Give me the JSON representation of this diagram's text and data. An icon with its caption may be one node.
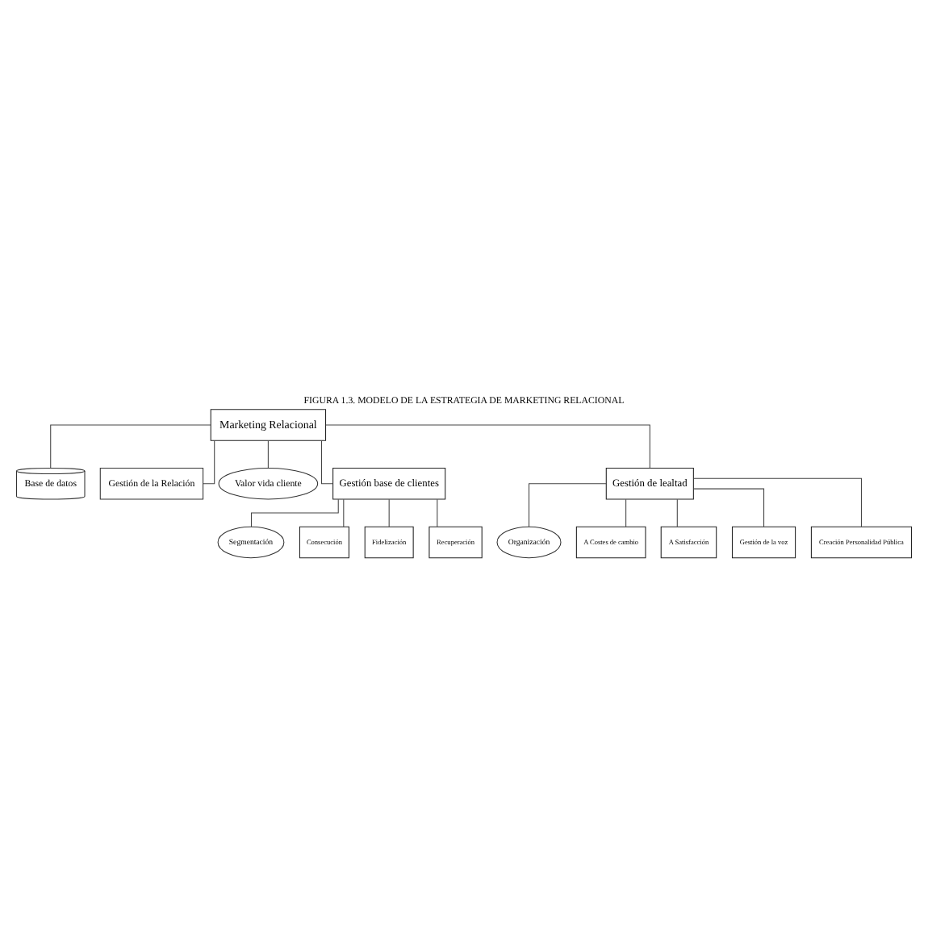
{
  "diagram": {
    "title": "FIGURA 1.3. MODELO DE LA ESTRATEGIA DE MARKETING RELACIONAL",
    "nodes": [
      {
        "text": [
          "Marketing Relacional"
        ]
      },
      {
        "text": [
          "Base de datos"
        ]
      },
      {
        "text": [
          "Gestión de la Relación"
        ]
      },
      {
        "text": [
          "Valor vida cliente"
        ]
      },
      {
        "text": [
          "Gestión base de clientes"
        ]
      },
      {
        "text": [
          "Gestión de lealtad"
        ]
      },
      {
        "text": [
          "Segmentación"
        ]
      },
      {
        "text": [
          "Organización"
        ]
      },
      {
        "text": [
          "Consecución"
        ]
      },
      {
        "text": [
          "Fidelización"
        ]
      },
      {
        "text": [
          "Recuperación"
        ]
      },
      {
        "text": [
          "A Costes de cambio"
        ]
      },
      {
        "text": [
          "A Satisfacción"
        ]
      },
      {
        "text": [
          "Gestión de la voz"
        ]
      },
      {
        "text": [
          "Creación Personalidad Pública"
        ]
      }
    ],
    "edges": [
      {
        "from": 0,
        "to": 1,
        "arrow": "none"
      },
      {
        "from": 0,
        "to": 2,
        "arrow": "none"
      },
      {
        "from": 0,
        "to": 3,
        "arrow": "none"
      },
      {
        "from": 0,
        "to": 4,
        "arrow": "none"
      },
      {
        "from": 0,
        "to": 5,
        "arrow": "none"
      },
      {
        "from": 4,
        "to": 6,
        "arrow": "none"
      },
      {
        "from": 4,
        "to": 8,
        "arrow": "none"
      },
      {
        "from": 4,
        "to": 9,
        "arrow": "none"
      },
      {
        "from": 4,
        "to": 10,
        "arrow": "none"
      },
      {
        "from": 5,
        "to": 7,
        "arrow": "none"
      },
      {
        "from": 5,
        "to": 11,
        "arrow": "none"
      },
      {
        "from": 5,
        "to": 12,
        "arrow": "none"
      },
      {
        "from": 5,
        "to": 13,
        "arrow": "none"
      },
      {
        "from": 5,
        "to": 14,
        "arrow": "none"
      }
    ]
  }
}
